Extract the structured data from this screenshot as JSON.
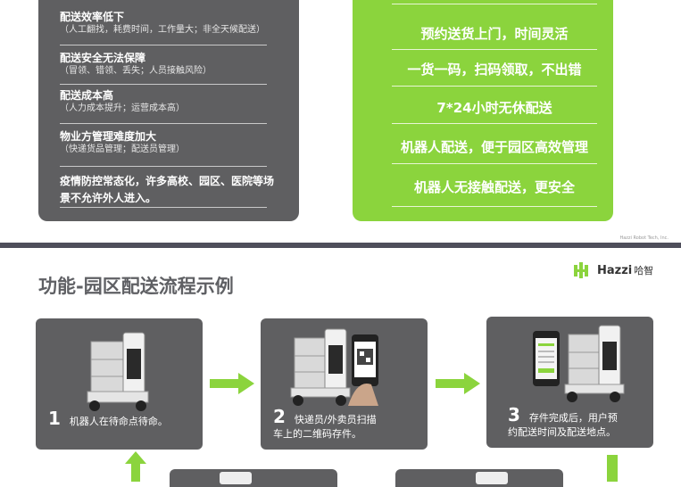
{
  "pain_points": [
    {
      "title": "配送效率低下",
      "sub": "（人工翻找，耗费时间，工作量大；非全天候配送）"
    },
    {
      "title": "配送安全无法保障",
      "sub": "（冒领、错领、丢失；人员接触风险）"
    },
    {
      "title": "配送成本高",
      "sub": "（人力成本提升；运营成本高）"
    },
    {
      "title": "物业方管理难度加大",
      "sub": "（快递货品管理；配送员管理）"
    },
    {
      "title": "疫情防控常态化，许多高校、园区、医院等场景不允许外人进入。",
      "sub": ""
    }
  ],
  "benefits": [
    "预约送货上门，时间灵活",
    "一货一码，扫码领取，不出错",
    "7*24小时无休配送",
    "机器人配送，便于园区高效管理",
    "机器人无接触配送，更安全"
  ],
  "credit": "Hazzi Robot Tech, Inc.",
  "section_title": "功能-园区配送流程示例",
  "logo": {
    "text": "Hazzi",
    "cn": "哈智",
    "icon": "hazzi-logo-icon"
  },
  "steps": [
    {
      "num": "1",
      "text": "机器人在待命点待命。"
    },
    {
      "num": "2",
      "text": "快递员/外卖员扫描",
      "text2": "车上的二维码存件。"
    },
    {
      "num": "3",
      "text": "存件完成后，用户预",
      "text2": "约配送时间及配送地点。"
    }
  ],
  "colors": {
    "gray_panel": "#5f5f61",
    "green_panel": "#8bd43d",
    "arrow": "#8bd43d",
    "title": "#5f6064"
  }
}
